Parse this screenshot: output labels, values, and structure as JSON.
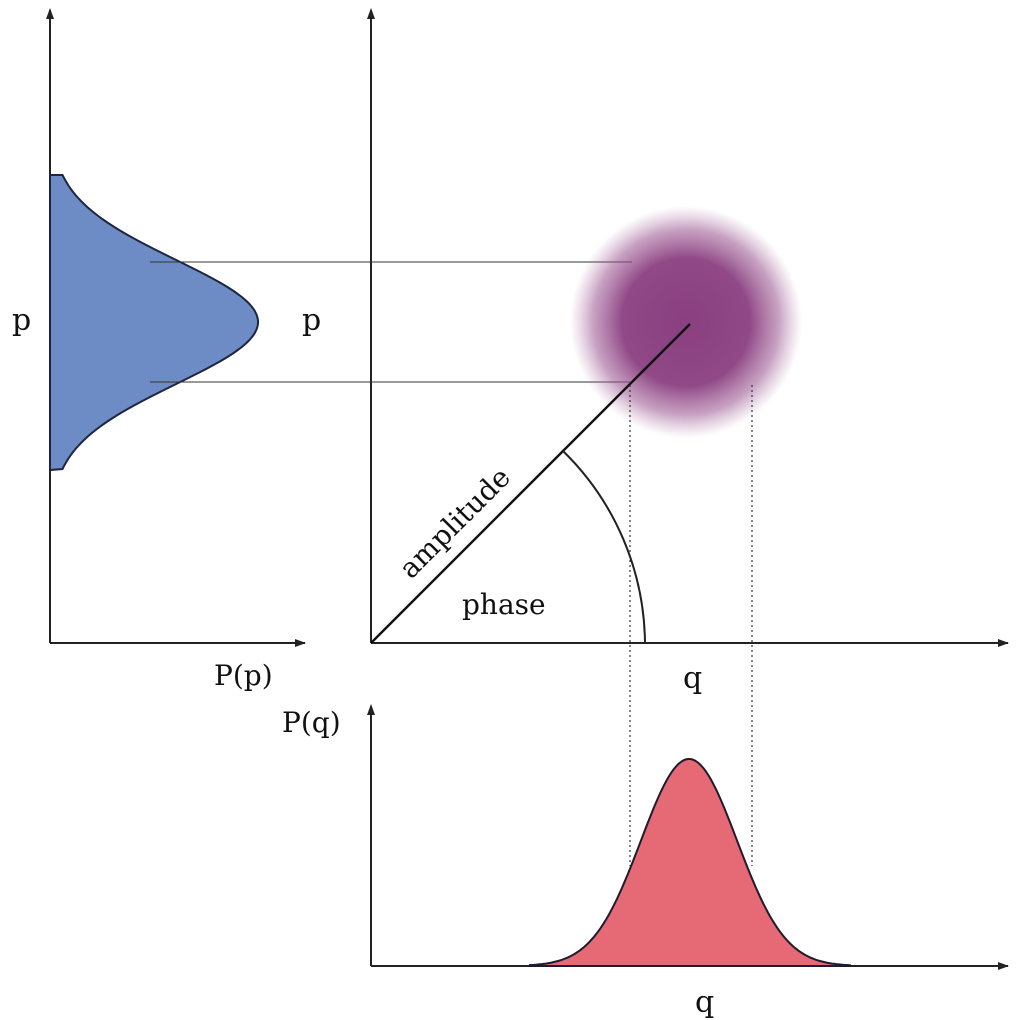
{
  "labels": {
    "left_axis_label": "p",
    "main_vertical_label": "p",
    "left_horizontal_label": "P(p)",
    "main_horizontal_label": "q",
    "bottom_vertical_label": "P(q)",
    "bottom_horizontal_label": "q",
    "amplitude": "amplitude",
    "phase": "phase"
  },
  "colors": {
    "p_distribution": "#6d8bc4",
    "q_distribution": "#e66a75",
    "state_blob": "#8a3f80",
    "axes": "#222222"
  }
}
